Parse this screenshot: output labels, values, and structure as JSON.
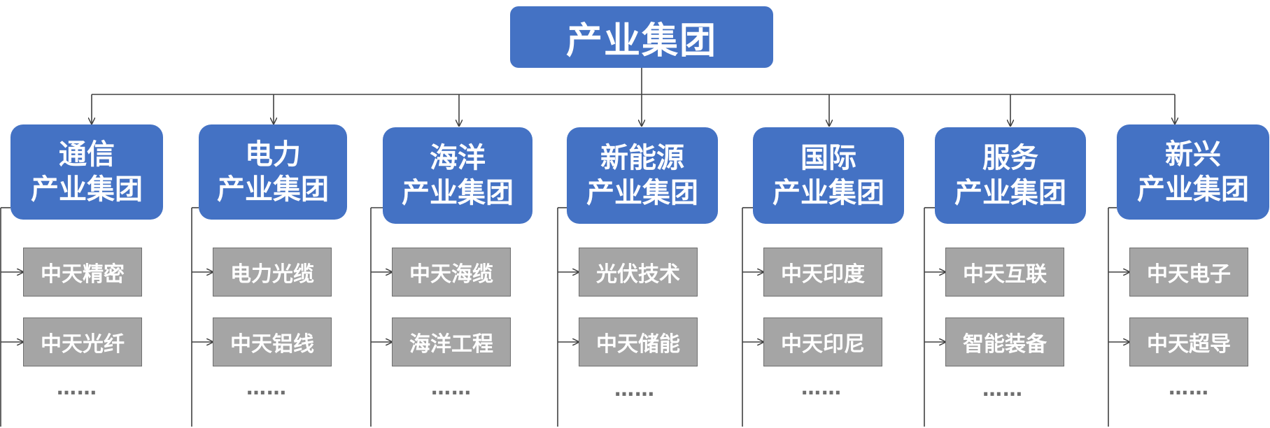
{
  "root": {
    "label": "产业集团"
  },
  "groups": [
    {
      "line1": "通信",
      "line2": "产业集团",
      "items": [
        "中天精密",
        "中天光纤"
      ],
      "more": "……"
    },
    {
      "line1": "电力",
      "line2": "产业集团",
      "items": [
        "电力光缆",
        "中天铝线"
      ],
      "more": "……"
    },
    {
      "line1": "海洋",
      "line2": "产业集团",
      "items": [
        "中天海缆",
        "海洋工程"
      ],
      "more": "……"
    },
    {
      "line1": "新能源",
      "line2": "产业集团",
      "items": [
        "光伏技术",
        "中天储能"
      ],
      "more": "……"
    },
    {
      "line1": "国际",
      "line2": "产业集团",
      "items": [
        "中天印度",
        "中天印尼"
      ],
      "more": "……"
    },
    {
      "line1": "服务",
      "line2": "产业集团",
      "items": [
        "中天互联",
        "智能装备"
      ],
      "more": "……"
    },
    {
      "line1": "新兴",
      "line2": "产业集团",
      "items": [
        "中天电子",
        "中天超导"
      ],
      "more": "……"
    }
  ],
  "colors": {
    "group_fill": "#4472c4",
    "item_fill": "#a5a5a5",
    "connector": "#404040"
  }
}
